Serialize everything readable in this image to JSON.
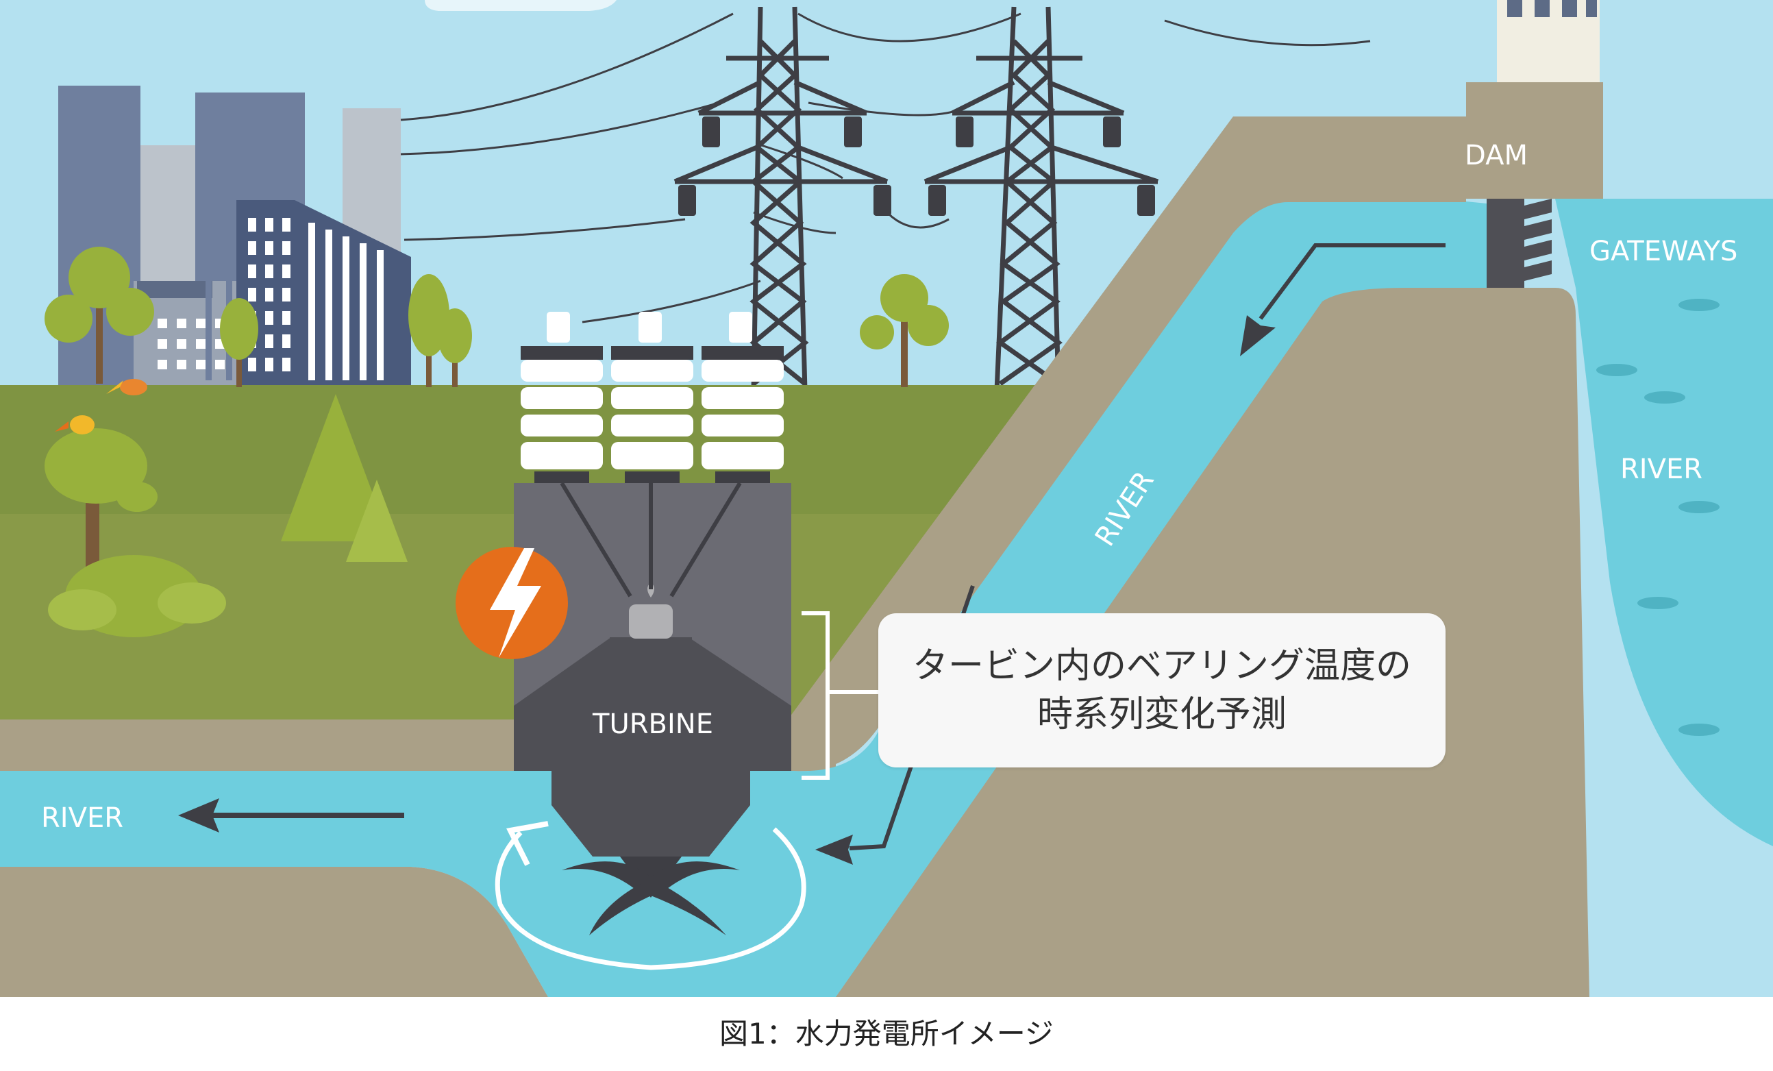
{
  "labels": {
    "dam": "DAM",
    "gateways": "GATEWAYS",
    "river_right": "RIVER",
    "river_slope": "RIVER",
    "river_left": "RIVER",
    "turbine": "TURBINE"
  },
  "callout": {
    "line1": "タービン内のベアリング温度の",
    "line2": "時系列変化予測"
  },
  "caption": "図1：水力発電所イメージ",
  "icons": [
    "lightning-icon",
    "arrow-left-icon",
    "rotation-arrow-icon",
    "bracket-icon"
  ],
  "colors": {
    "sky": "#b4e1f0",
    "water": "#6ecede",
    "ground": "#aaa087",
    "grass": "#7f9442",
    "turbine_body": "#6b6b73",
    "turbine_dark": "#4f4f55",
    "accent_orange": "#e56e1b"
  }
}
